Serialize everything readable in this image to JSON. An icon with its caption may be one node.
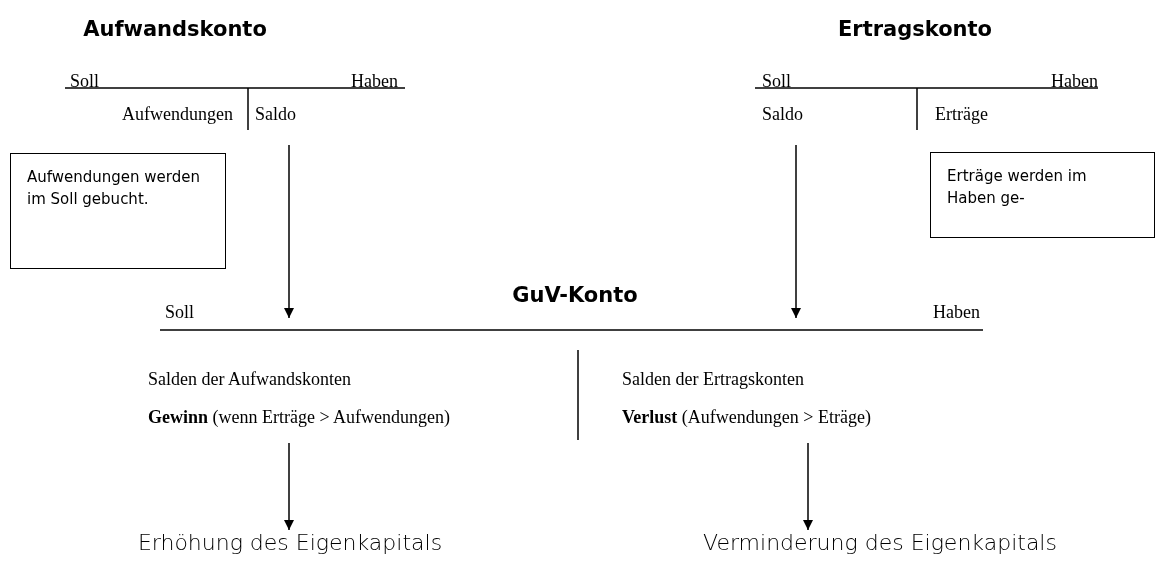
{
  "diagram": {
    "nodes": [
      {
        "text": [
          "Aufwandskonto",
          "Soll",
          "Haben",
          "Aufwendungen",
          "Saldo"
        ]
      },
      {
        "text": [
          "Ertragskonto",
          "Soll",
          "Haben",
          "Saldo",
          "Erträge"
        ]
      },
      {
        "text": [
          "Aufwendungen werden im Soll gebucht."
        ]
      },
      {
        "text": [
          "Erträge werden im Haben ge-"
        ]
      },
      {
        "text": [
          "GuV-Konto",
          "Soll",
          "Haben",
          "Salden der Aufwandskonten",
          "**Gewinn** (wenn Erträge > Aufwendungen)",
          "Salden der Ertragskonten",
          "**Verlust** (Aufwendungen > Eträge)"
        ]
      },
      {
        "text": [
          "Erhöhung des Eigenkapitals"
        ]
      },
      {
        "text": [
          "Verminderung des Eigenkapitals"
        ]
      }
    ],
    "edges": [
      {
        "from": 0,
        "to": 4,
        "arrow": "to"
      },
      {
        "from": 1,
        "to": 4,
        "arrow": "to"
      },
      {
        "from": 4,
        "to": 5,
        "arrow": "to"
      },
      {
        "from": 4,
        "to": 6,
        "arrow": "to"
      }
    ]
  }
}
